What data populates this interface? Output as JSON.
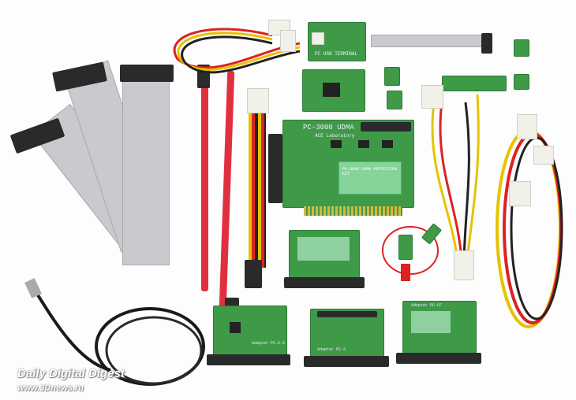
{
  "main_board": {
    "title": "PC-3000 UDMA",
    "maker": "ACE Laboratory",
    "sticker": "PC-3000 UDMA PROTECTION KIT"
  },
  "usb_terminal": {
    "label": "PC USB TERMINAL"
  },
  "adapters": [
    {
      "label": "Adapter PC-2.5"
    },
    {
      "label": "Adapter PC-2"
    },
    {
      "label": "Adapter PC-CF"
    }
  ],
  "watermark": {
    "line1": "Daily Digital Digest",
    "line2": "www.3Dnews.ru"
  },
  "colors": {
    "pcb": "#3f9a48",
    "sata": "#e03040",
    "ribbon": "#c9cacd"
  }
}
